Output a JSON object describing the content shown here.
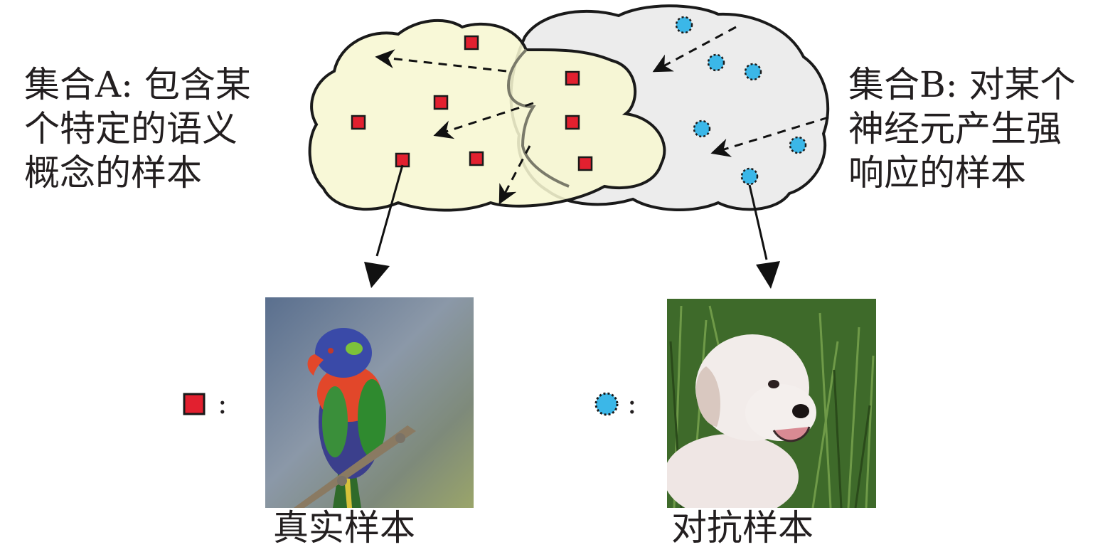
{
  "set_a": {
    "lines": [
      "集合A: 包含某",
      "个特定的语义",
      "概念的样本"
    ]
  },
  "set_b": {
    "lines": [
      "集合B: 对某个",
      "神经元产生强",
      "响应的样本"
    ]
  },
  "captions": {
    "real": "真实样本",
    "adversarial": "对抗样本"
  },
  "legend": {
    "red_square_colon": ":",
    "blue_circle_colon": ":"
  },
  "colors": {
    "set_a_fill": "#f7f7d2",
    "set_b_fill": "#ececec",
    "overlap_fill": "#eef0c8",
    "red_marker": "#e2202f",
    "blue_marker": "#3bb7e8",
    "outline": "#1a1a1a"
  },
  "icons": {
    "real_sample_marker": "red-square-icon",
    "adversarial_sample_marker": "blue-circle-icon",
    "real_image": "parrot-photo",
    "adversarial_image": "dog-photo"
  }
}
